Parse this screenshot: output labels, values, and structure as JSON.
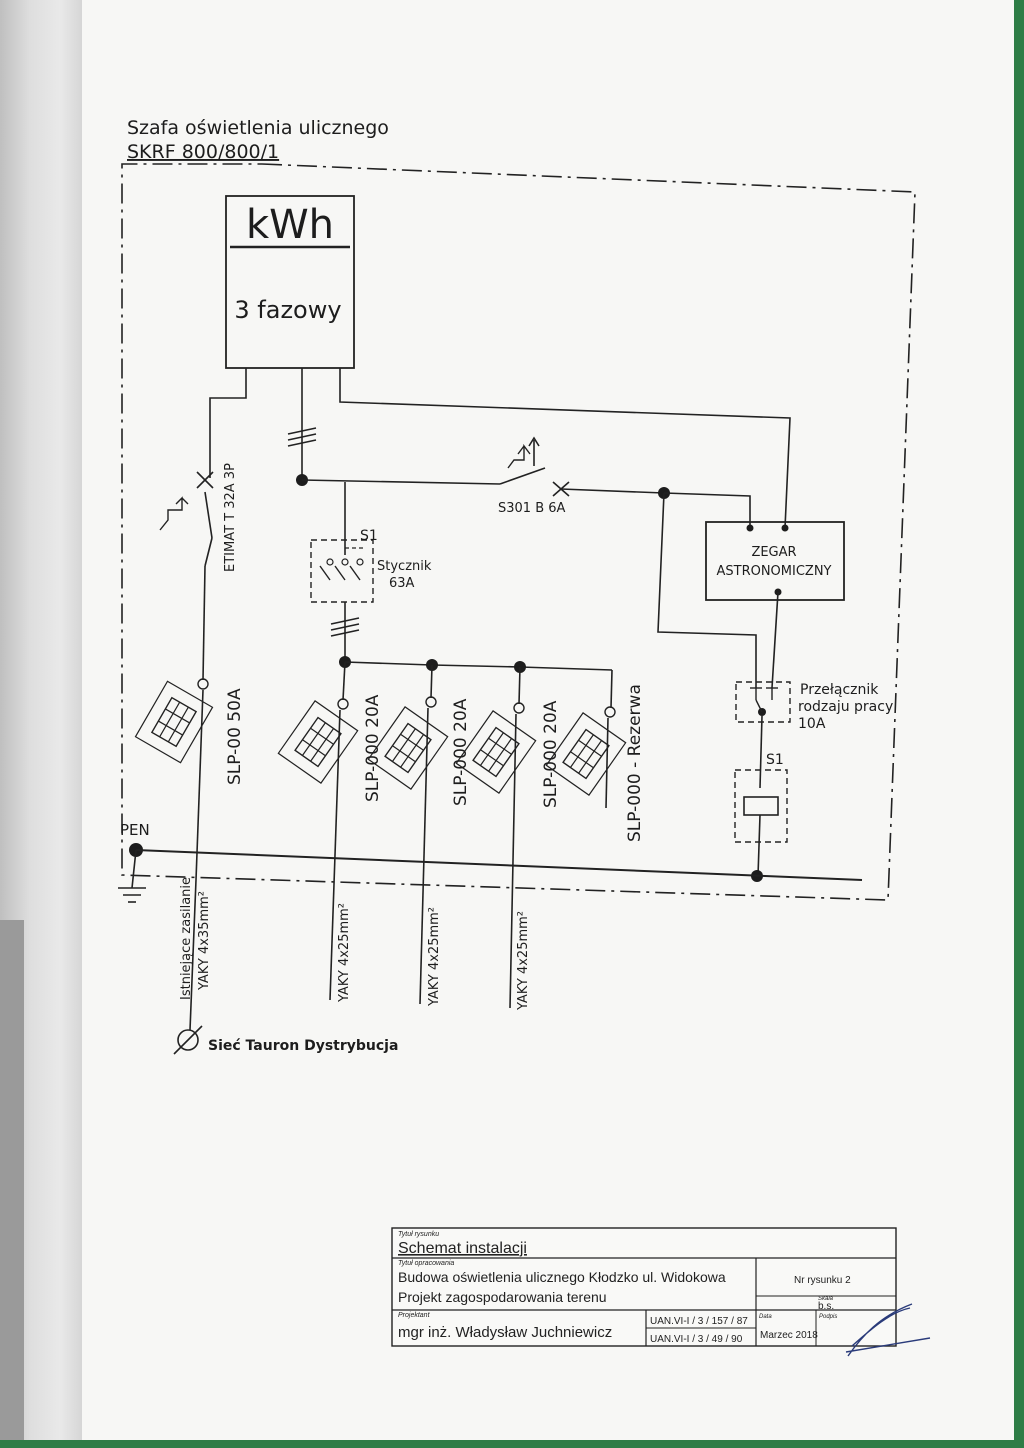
{
  "cabinet": {
    "line1": "Szafa oświetlenia ulicznego",
    "line2": "SKRF 800/800/1"
  },
  "meter": {
    "unit": "kWh",
    "type": "3 fazowy"
  },
  "main_breaker": "ETIMAT T 32A 3P",
  "breaker_s301": "S301 B 6A",
  "contactor": {
    "ref": "S1",
    "name": "Stycznik",
    "rating": "63A"
  },
  "clock": {
    "line1": "ZEGAR",
    "line2": "ASTRONOMICZNY"
  },
  "selector": {
    "line1": "Przełącznik",
    "line2": "rodzaju pracy",
    "line3": "10A"
  },
  "coil": {
    "ref": "S1"
  },
  "pen_label": "PEN",
  "fuses": {
    "main": "SLP-00  50A",
    "out1": "SLP-000  20A",
    "out2": "SLP-000  20A",
    "out3": "SLP-000  20A",
    "reserve": "SLP-000 - Rezerwa"
  },
  "cables": {
    "supply_line1": "Istniejące zasilanie",
    "supply_line2": "YAKY 4x35mm²",
    "out1": "YAKY 4x25mm²",
    "out2": "YAKY 4x25mm²",
    "out3": "YAKY 4x25mm²"
  },
  "network": "Sieć Tauron Dystrybucja",
  "title_block": {
    "drawing_title_caption": "Tytuł rysunku",
    "drawing_title": "Schemat instalacji",
    "project_caption": "Tytuł opracowania",
    "project_line1": "Budowa oświetlenia ulicznego Kłodzko ul. Widokowa",
    "project_line2": "Projekt zagospodarowania terenu",
    "designer_caption": "Projektant",
    "designer": "mgr inż. Władysław Juchniewicz",
    "license1": "UAN.VI-I / 3 / 157 / 87",
    "license2": "UAN.VI-I / 3 / 49 / 90",
    "drawing_no": "Nr rysunku  2",
    "scale_caption": "Skala",
    "scale": "b.s.",
    "date_caption": "Data",
    "date": "Marzec 2018",
    "signature_caption": "Podpis"
  }
}
